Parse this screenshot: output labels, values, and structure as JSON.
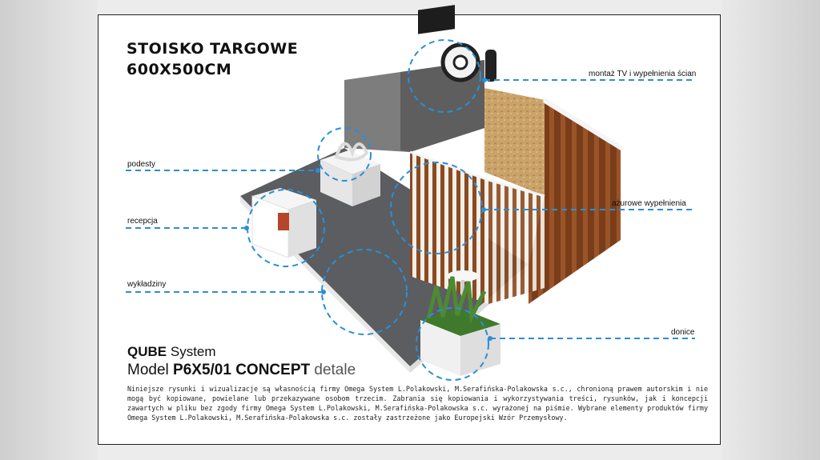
{
  "title": {
    "line1": "STOISKO TARGOWE",
    "line2": "600X500CM"
  },
  "callouts": {
    "right_top": "montaż TV i wypełnienia ścian",
    "left_podesty": "podesty",
    "left_recepcja": "recepcja",
    "right_azurowe": "ażurowe wypełnienia",
    "left_wykladziny": "wykładziny",
    "right_donice": "donice"
  },
  "system": {
    "brand": "QUBE",
    "name": "System"
  },
  "model": {
    "prefix": "Model",
    "code": "P6X5/01 CONCEPT",
    "suffix": "detale"
  },
  "disclaimer": "Niniejsze rysunki i wizualizacje są własnością firmy Omega System L.Polakowski, M.Serafińska-Polakowska s.c., chronioną prawem autorskim i nie mogą być kopiowane, powielane lub przekazywane osobom trzecim. Zabrania się kopiowania i wykorzystywania treści, rysunków, jak i koncepcji zawartych w pliku bez zgody firmy Omega System L.Polakowski, M.Serafińska-Polakowska s.c. wyrażonej na piśmie. Wybrane elementy produktów firmy Omega System L.Polakowski, M.Serafińska-Polakowska s.c. zostały zastrzeżone jako Europejski Wzór Przemysłowy.",
  "colors": {
    "accent": "#2a8fd6",
    "floor": "#5b5d60",
    "wood": "#8a4a22",
    "wall_grey": "#7d7d7d"
  }
}
